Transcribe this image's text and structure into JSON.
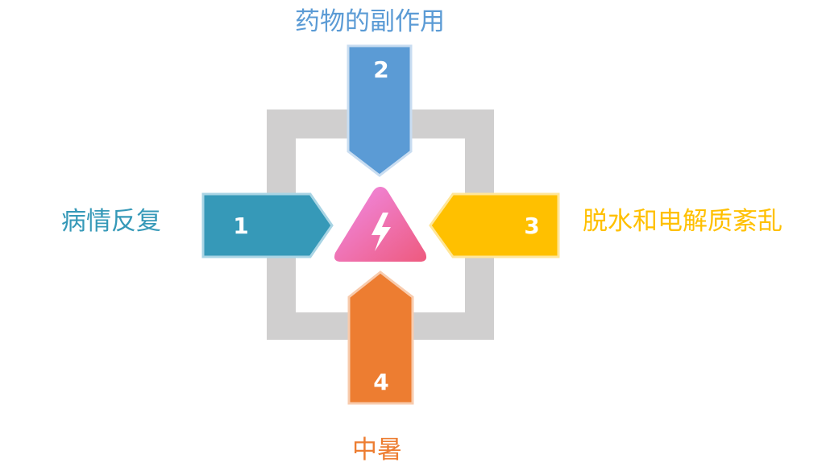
{
  "items": [
    {
      "number": "1",
      "label": "病情反复",
      "color": "#3699B8",
      "border": "#A8D4E4"
    },
    {
      "number": "2",
      "label": "药物的副作用",
      "color": "#5B9BD5",
      "border": "#C9DDF1"
    },
    {
      "number": "3",
      "label": "脱水和电解质紊乱",
      "color": "#FFC000",
      "border": "#FFE699"
    },
    {
      "number": "4",
      "label": "中暑",
      "color": "#ED7D31",
      "border": "#F8CBAD"
    }
  ],
  "center": {
    "icon": "lightning-warning-icon",
    "gradient_start": "#F08CE8",
    "gradient_end": "#EE5A7E"
  },
  "frame_color": "#D0CFCF"
}
